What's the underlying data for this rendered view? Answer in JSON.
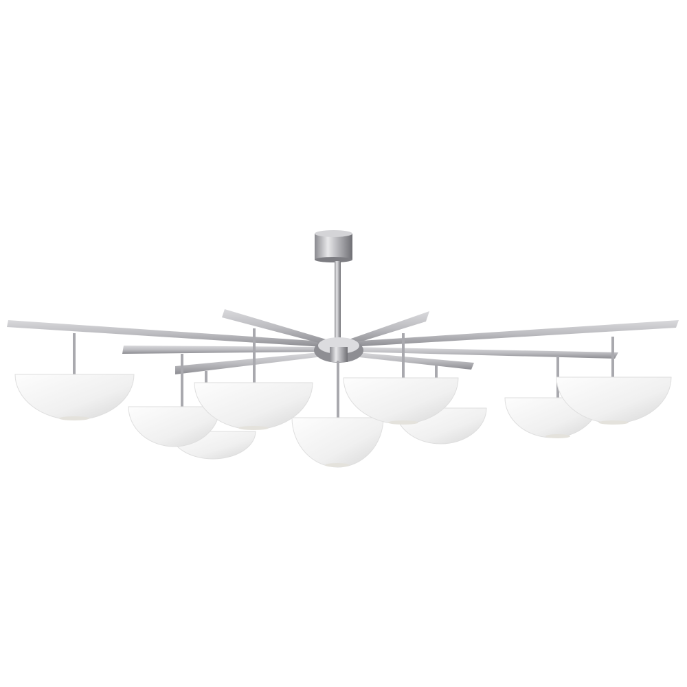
{
  "image": {
    "subject": "chandelier",
    "colors": {
      "background": "#ffffff",
      "metal_light": "#e6e6e8",
      "metal_mid": "#b9b9bd",
      "metal_dark": "#6f6f74",
      "shade_white": "#f4f4f4",
      "shade_shadow": "#d8d8d8"
    },
    "shade_count": 9,
    "arm_count": 8
  }
}
